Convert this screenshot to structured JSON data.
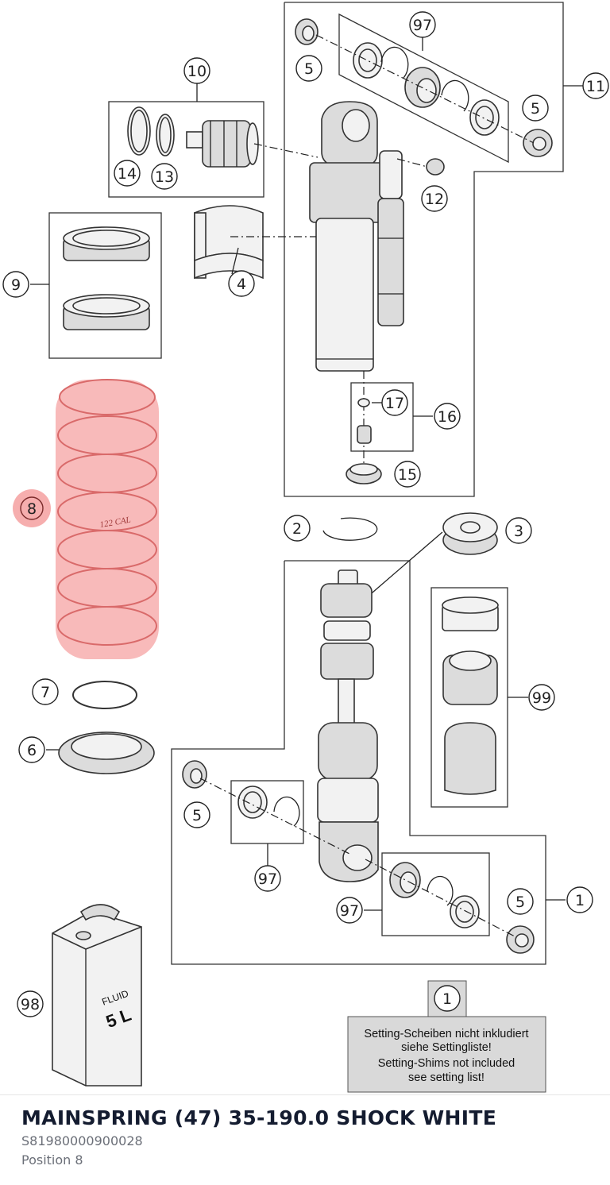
{
  "callouts": {
    "c1a": "1",
    "c1b": "1",
    "c2": "2",
    "c3": "3",
    "c4": "4",
    "c5a": "5",
    "c5b": "5",
    "c5c": "5",
    "c5d": "5",
    "c6": "6",
    "c7": "7",
    "c8": "8",
    "c9": "9",
    "c10": "10",
    "c11": "11",
    "c12": "12",
    "c13": "13",
    "c14": "14",
    "c15": "15",
    "c16": "16",
    "c17": "17",
    "c97a": "97",
    "c97b": "97",
    "c97c": "97",
    "c98": "98",
    "c99": "99"
  },
  "spring_label": "122 CAL",
  "canister": {
    "line1": "FLUID",
    "line2": "5 L"
  },
  "note": {
    "line1": "Setting-Scheiben nicht inkludiert",
    "line2": "siehe Settingliste!",
    "line3": "Setting-Shims not included",
    "line4": "see setting list!"
  },
  "part": {
    "title": "MAINSPRING (47) 35-190.0 SHOCK WHITE",
    "number": "S81980000900028",
    "position": "Position 8"
  },
  "colors": {
    "highlight": "#f28b8b",
    "title": "#141c30",
    "meta": "#6b6f78"
  }
}
